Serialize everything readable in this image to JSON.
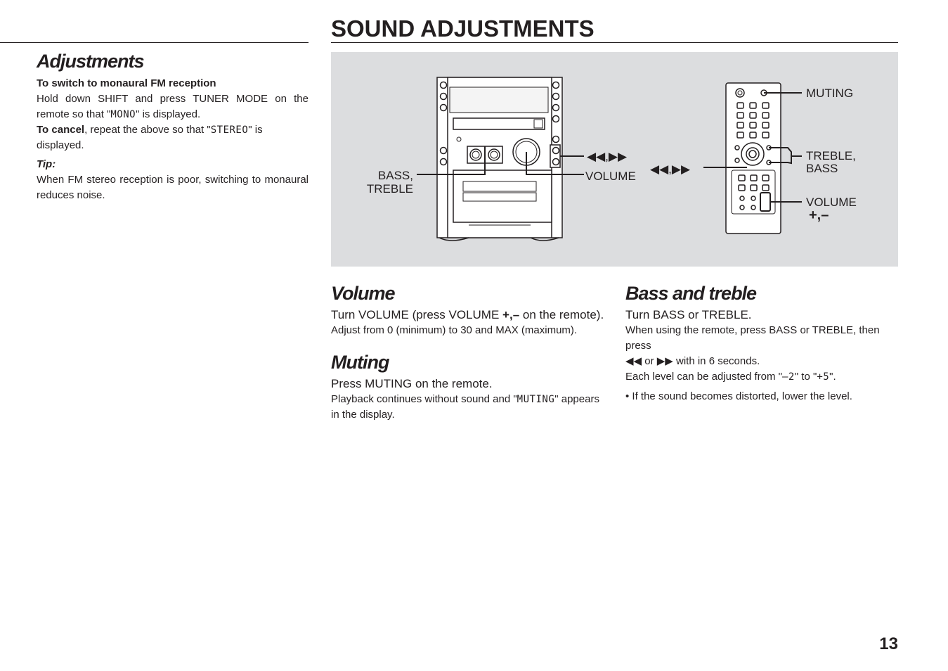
{
  "page_title": "SOUND ADJUSTMENTS",
  "adjustments": {
    "heading": "Adjustments",
    "mono_subheading": "To switch to monaural FM reception",
    "mono_text_1": "Hold down SHIFT and press TUNER MODE on the remote so that \"",
    "mono_display": "MONO",
    "mono_text_2": "\" is displayed.",
    "cancel_label": "To cancel",
    "cancel_text_1": ", repeat the above so that \"",
    "cancel_display": "STEREO",
    "cancel_text_2": "\" is displayed.",
    "tip_label": "Tip:",
    "tip_text": "When FM stereo reception is poor, switching to monaural reduces noise."
  },
  "figure": {
    "label_bass_treble_1": "BASS,",
    "label_bass_treble_2": "TREBLE",
    "label_unit_skip": "◀◀,▶▶",
    "label_volume": "VOLUME",
    "label_remote_skip": "◀◀,▶▶",
    "label_muting": "MUTING",
    "label_treble_bass_1": "TREBLE,",
    "label_treble_bass_2": "BASS",
    "label_volume_remote": "VOLUME",
    "label_plus_minus": "+,–"
  },
  "volume": {
    "heading": "Volume",
    "line1_a": "Turn VOLUME (press VOLUME ",
    "line1_sym": "+,–",
    "line1_b": " on the remote).",
    "line2": "Adjust from 0 (minimum) to 30 and MAX (maximum)."
  },
  "muting": {
    "heading": "Muting",
    "line1": "Press MUTING on the remote.",
    "line2_a": "Playback continues without sound and \"",
    "line2_display": "MUTING",
    "line2_b": "\" appears in the display."
  },
  "bass_treble": {
    "heading": "Bass and treble",
    "line1": "Turn BASS or TREBLE.",
    "line2": "When using the remote, press BASS or TREBLE, then press",
    "line3_rew": "◀◀",
    "line3_or": " or ",
    "line3_ff": "▶▶",
    "line3_b": " with in 6 seconds.",
    "line4_a": "Each level can be adjusted from \"",
    "line4_min": "–2",
    "line4_mid": "\" to \"",
    "line4_max": "+5",
    "line4_b": "\".",
    "bullet": "If the sound becomes distorted, lower the level."
  },
  "page_number": "13"
}
